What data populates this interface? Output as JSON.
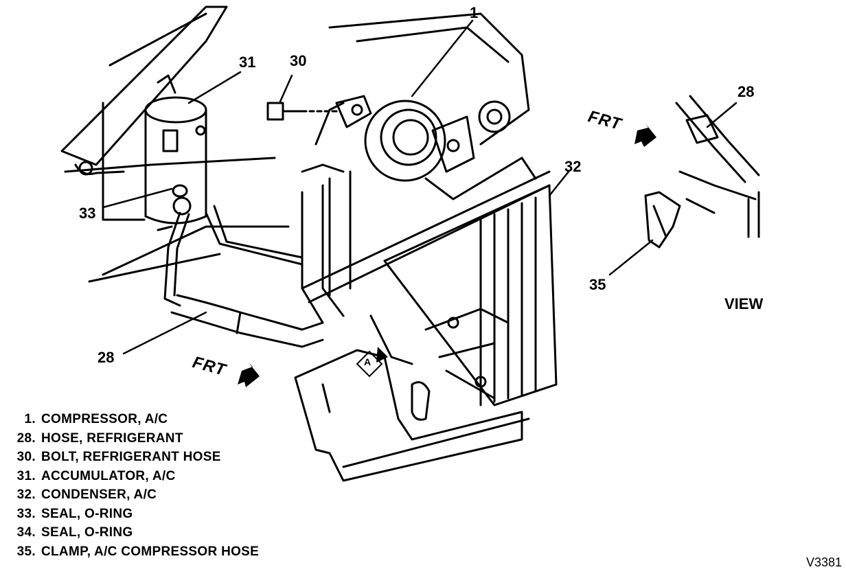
{
  "callouts": {
    "c1": "1",
    "c31": "31",
    "c30": "30",
    "c32": "32",
    "c33": "33",
    "c28a": "28",
    "c28b": "28",
    "c35": "35"
  },
  "arrows": {
    "frt_main": "FRT",
    "frt_detail": "FRT"
  },
  "view_label": "VIEW",
  "detail_label": "A",
  "legend": [
    {
      "num": "1.",
      "text": "COMPRESSOR, A/C"
    },
    {
      "num": "28.",
      "text": "HOSE, REFRIGERANT"
    },
    {
      "num": "30.",
      "text": "BOLT, REFRIGERANT HOSE"
    },
    {
      "num": "31.",
      "text": "ACCUMULATOR, A/C"
    },
    {
      "num": "32.",
      "text": "CONDENSER, A/C"
    },
    {
      "num": "33.",
      "text": "SEAL, O-RING"
    },
    {
      "num": "34.",
      "text": "SEAL, O-RING"
    },
    {
      "num": "35.",
      "text": "CLAMP, A/C COMPRESSOR HOSE"
    }
  ],
  "figure_id": "V3381"
}
